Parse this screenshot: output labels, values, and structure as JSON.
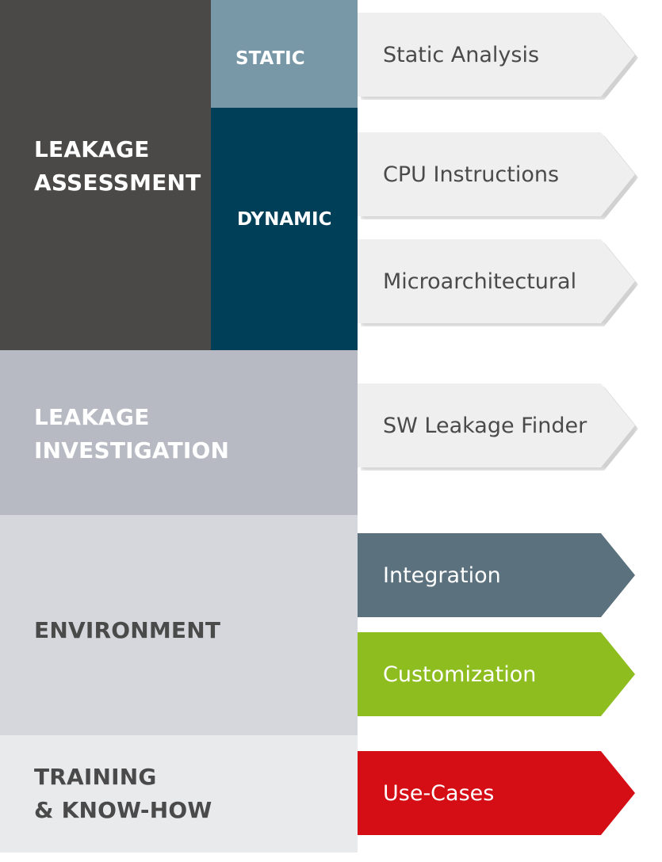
{
  "colors": {
    "assessment": "#4a4948",
    "static": "#7897a7",
    "dynamic": "#003f58",
    "investigation": "#b7bac2",
    "environment": "#d5d7dc",
    "training": "#e9eaec",
    "arrow_light": "#efefef",
    "integration": "#5b717e",
    "customization": "#8dbd1f",
    "use_cases": "#d50d14",
    "dark_text": "#4a4a4a"
  },
  "categories": {
    "assessment": {
      "line1": "LEAKAGE",
      "line2": "ASSESSMENT"
    },
    "static": "STATIC",
    "dynamic": "DYNAMIC",
    "investigation": {
      "line1": "LEAKAGE",
      "line2": "INVESTIGATION"
    },
    "environment": "ENVIRONMENT",
    "training": {
      "line1": "TRAINING",
      "line2": "& KNOW-HOW"
    }
  },
  "arrows": {
    "static_analysis": "Static Analysis",
    "cpu_instructions": "CPU Instructions",
    "microarchitectural": "Microarchitectural",
    "sw_leakage_finder": "SW Leakage Finder",
    "integration": "Integration",
    "customization": "Customization",
    "use_cases": "Use-Cases"
  }
}
